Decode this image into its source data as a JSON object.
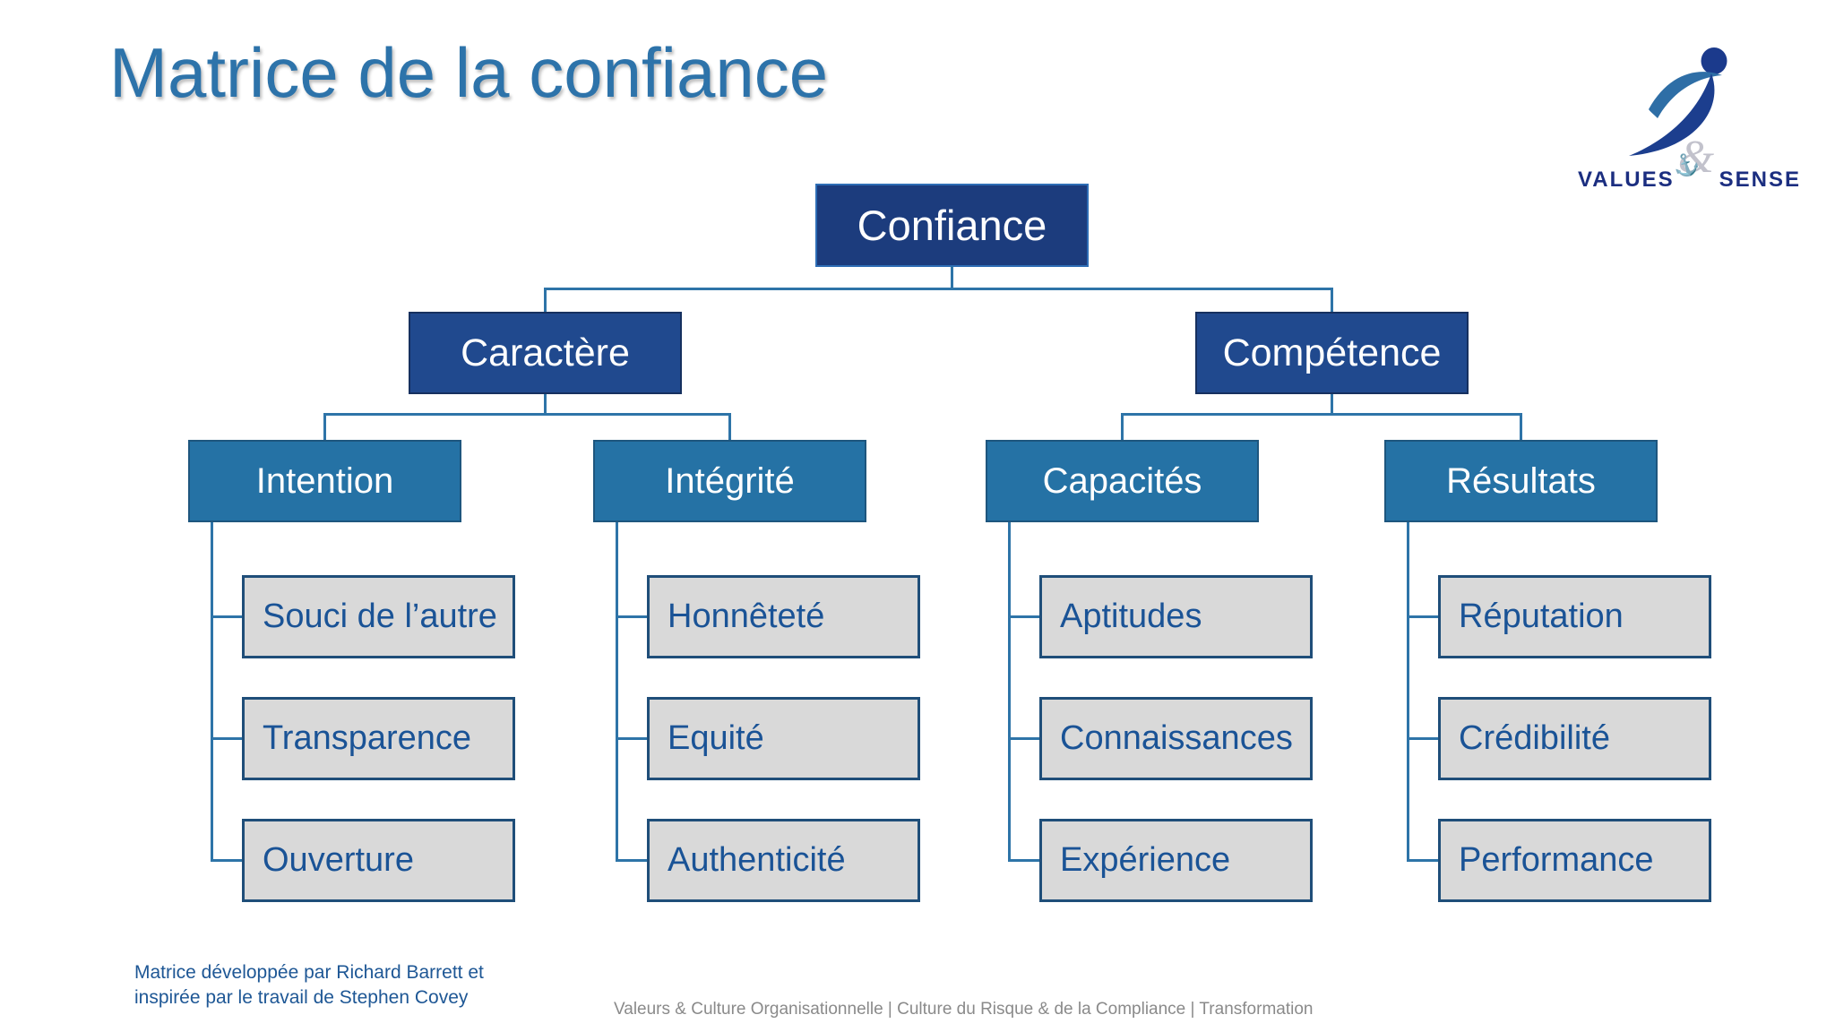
{
  "title": "Matrice de la confiance",
  "logo": {
    "word1": "Values",
    "amp": "&",
    "word2": "Sense",
    "anchor_icon": "⚓"
  },
  "tree": {
    "root": {
      "label": "Confiance"
    },
    "branches": [
      {
        "label": "Caractère",
        "children": [
          {
            "label": "Intention",
            "items": [
              "Souci de l’autre",
              "Transparence",
              "Ouverture"
            ]
          },
          {
            "label": "Intégrité",
            "items": [
              "Honnêteté",
              "Equité",
              "Authenticité"
            ]
          }
        ]
      },
      {
        "label": "Compétence",
        "children": [
          {
            "label": "Capacités",
            "items": [
              "Aptitudes",
              "Connaissances",
              "Expérience"
            ]
          },
          {
            "label": "Résultats",
            "items": [
              "Réputation",
              "Crédibilité",
              "Performance"
            ]
          }
        ]
      }
    ]
  },
  "footer": {
    "credit_line1": "Matrice développée par Richard Barrett et",
    "credit_line2": "inspirée par le travail de Stephen Covey",
    "tagline": "Valeurs & Culture Organisationnelle | Culture du Risque & de la Compliance  | Transformation"
  },
  "colors": {
    "title_blue": "#2D73AA",
    "level1_fill": "#1C3C7D",
    "level2_fill": "#20498E",
    "level3_fill": "#2572A5",
    "leaf_fill": "#D9D9D9",
    "leaf_border": "#1F4E79",
    "leaf_text": "#1A5396",
    "connector": "#2E74A8",
    "logo_navy": "#1B2E80",
    "logo_swoosh_light": "#2E6EA6",
    "logo_amp_gray": "#C2C2CC",
    "logo_anchor_purple": "#5A2D90",
    "tagline_gray": "#8A8A8A"
  }
}
